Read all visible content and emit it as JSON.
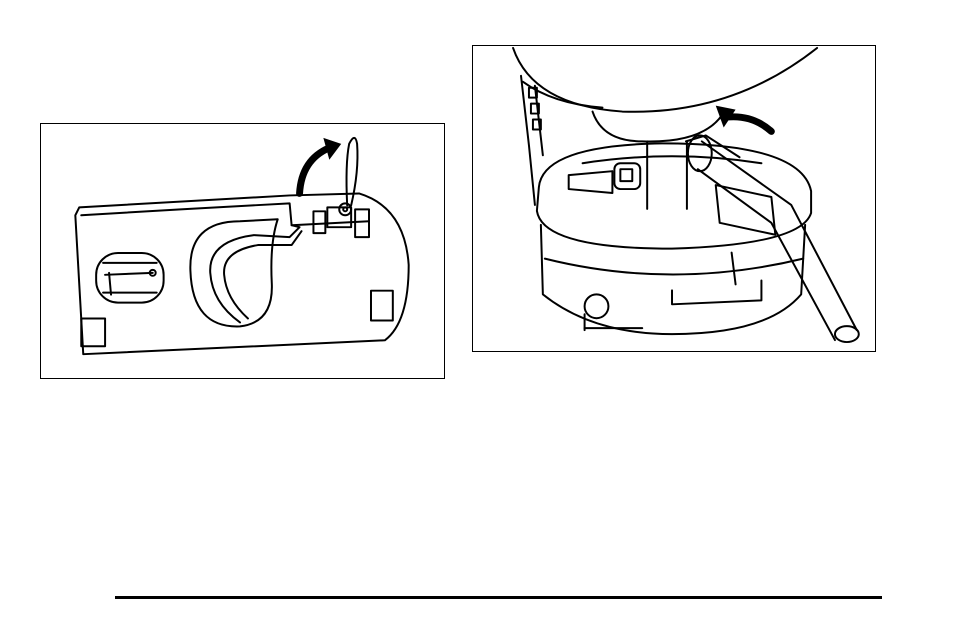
{
  "figures": [
    {
      "id": "left",
      "subject": "jack-storage-bracket-illustration",
      "icon": "curved-arrow-icon"
    },
    {
      "id": "right",
      "subject": "spare-tire-hoist-illustration",
      "icon": "curved-arrow-icon"
    }
  ],
  "colors": {
    "line": "#000000",
    "background": "#ffffff"
  }
}
